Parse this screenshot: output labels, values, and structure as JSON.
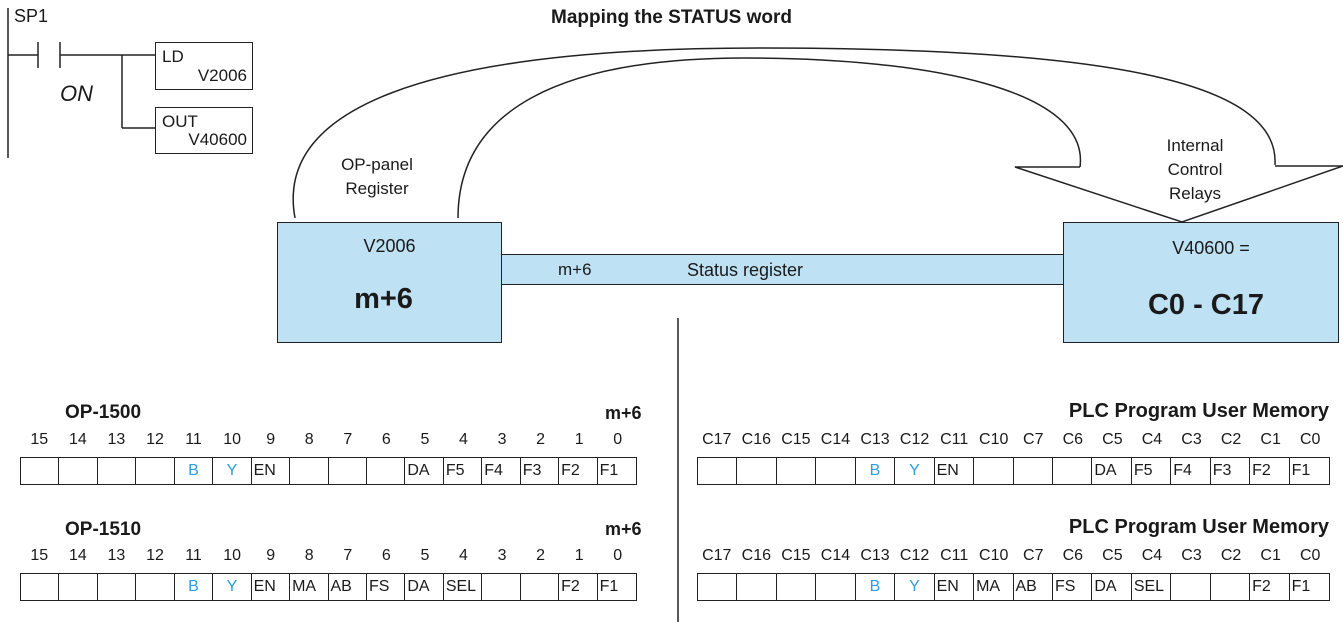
{
  "title": "Mapping the STATUS word",
  "colors": {
    "box_fill": "#bfe1f4",
    "letter_blue": "#2b9fdc",
    "line": "#222222"
  },
  "ladder": {
    "contact_label": "SP1",
    "contact_comment": "ON",
    "instr1": {
      "op": "LD",
      "arg": "V2006"
    },
    "instr2": {
      "op": "OUT",
      "arg": "V40600"
    }
  },
  "left_box": {
    "caption_line1": "OP-panel",
    "caption_line2": "Register",
    "addr": "V2006",
    "name": "m+6"
  },
  "right_box": {
    "caption_line1": "Internal",
    "caption_line2": "Control",
    "caption_line3": "Relays",
    "addr": "V40600 =",
    "name": "C0 - C17"
  },
  "connector": {
    "left_text": "m+6",
    "right_text": "Status register"
  },
  "tables": {
    "left_top": {
      "title": "OP-1500",
      "suffix": "m+6",
      "bit_labels": [
        "15",
        "14",
        "13",
        "12",
        "11",
        "10",
        "9",
        "8",
        "7",
        "6",
        "5",
        "4",
        "3",
        "2",
        "1",
        "0"
      ],
      "cells": [
        "",
        "",
        "",
        "",
        "B",
        "Y",
        "EN",
        "",
        "",
        "",
        "DA",
        "F5",
        "F4",
        "F3",
        "F2",
        "F1"
      ]
    },
    "left_bottom": {
      "title": "OP-1510",
      "suffix": "m+6",
      "bit_labels": [
        "15",
        "14",
        "13",
        "12",
        "11",
        "10",
        "9",
        "8",
        "7",
        "6",
        "5",
        "4",
        "3",
        "2",
        "1",
        "0"
      ],
      "cells": [
        "",
        "",
        "",
        "",
        "B",
        "Y",
        "EN",
        "MA",
        "AB",
        "FS",
        "DA",
        "SEL",
        "",
        "",
        "F2",
        "F1"
      ]
    },
    "right_top": {
      "title": "PLC Program User Memory",
      "bit_labels": [
        "C17",
        "C16",
        "C15",
        "C14",
        "C13",
        "C12",
        "C11",
        "C10",
        "C7",
        "C6",
        "C5",
        "C4",
        "C3",
        "C2",
        "C1",
        "C0"
      ],
      "cells": [
        "",
        "",
        "",
        "",
        "B",
        "Y",
        "EN",
        "",
        "",
        "",
        "DA",
        "F5",
        "F4",
        "F3",
        "F2",
        "F1"
      ]
    },
    "right_bottom": {
      "title": "PLC Program User Memory",
      "bit_labels": [
        "C17",
        "C16",
        "C15",
        "C14",
        "C13",
        "C12",
        "C11",
        "C10",
        "C7",
        "C6",
        "C5",
        "C4",
        "C3",
        "C2",
        "C1",
        "C0"
      ],
      "cells": [
        "",
        "",
        "",
        "",
        "B",
        "Y",
        "EN",
        "MA",
        "AB",
        "FS",
        "DA",
        "SEL",
        "",
        "",
        "F2",
        "F1"
      ]
    }
  }
}
